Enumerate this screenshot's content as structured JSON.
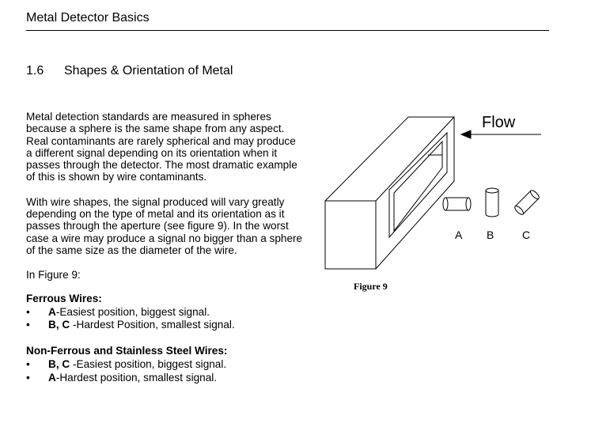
{
  "header": {
    "title": "Metal Detector Basics"
  },
  "section": {
    "number": "1.6",
    "title": "Shapes & Orientation of Metal"
  },
  "body": {
    "p1": "Metal detection standards are measured in spheres because a sphere is the same shape from any aspect. Real contaminants are rarely spherical and may produce a different signal depending on its orientation when it passes through the detector. The most dramatic example of this is shown by wire contaminants.",
    "p2": "With wire shapes, the signal produced will vary greatly depending on the type of metal and its orientation as it passes through the aperture (see figure 9). In the worst case a wire may produce a signal no bigger than a sphere of the same size as the diameter of the wire.",
    "p3": "In Figure 9:"
  },
  "ferrous": {
    "title": "Ferrous Wires:",
    "items": [
      {
        "bullet": "•",
        "key": "A",
        "sep": "-",
        "text": "Easiest position, biggest signal."
      },
      {
        "bullet": "•",
        "key": "B, C",
        "sep": "-",
        "text": "Hardest Position, smallest signal."
      }
    ]
  },
  "nonferrous": {
    "title": "Non-Ferrous and Stainless Steel Wires:",
    "items": [
      {
        "bullet": "•",
        "key": "B, C",
        "sep": "-",
        "text": "Easiest position, biggest signal."
      },
      {
        "bullet": "•",
        "key": "A",
        "sep": "-",
        "text": "Hardest position, smallest signal."
      }
    ]
  },
  "figure": {
    "flow_label": "Flow",
    "labels": {
      "a": "A",
      "b": "B",
      "c": "C"
    },
    "caption": "Figure 9"
  }
}
